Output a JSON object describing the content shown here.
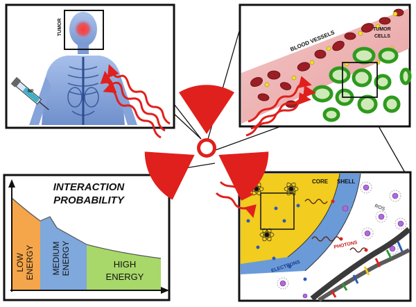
{
  "body_panel": {
    "tumor_label": "TUMOR",
    "injection_label": "NP"
  },
  "vessel_panel": {
    "vessels_label": "BLOOD VESSELS",
    "tumor_cells_label_line1": "TUMOR",
    "tumor_cells_label_line2": "CELLS"
  },
  "chart_data": {
    "type": "area",
    "title": "INTERACTION PROBABILITY",
    "title_line1": "INTERACTION",
    "title_line2": "PROBABILITY",
    "xlabel": "",
    "ylabel": "",
    "bands": [
      {
        "name_line1": "LOW",
        "name_line2": "ENERGY",
        "color": "#f5a54a"
      },
      {
        "name_line1": "MEDIUM",
        "name_line2": "ENERGY",
        "color": "#7fa8dc"
      },
      {
        "name_line1": "HIGH",
        "name_line2": "ENERGY",
        "color": "#a8d86a"
      }
    ],
    "grid": false,
    "legend": "none"
  },
  "nanoparticle_panel": {
    "core_label": "CORE",
    "shell_label": "SHELL",
    "ros_label": "ROS",
    "photons_label": "PHOTONS",
    "electrons_label": "ELECTRONS"
  },
  "colors": {
    "radiation_red": "#e0201c",
    "cell_green": "#3aa82a",
    "blood_red": "#a8262a",
    "core_yellow": "#f2cc1e",
    "shell_blue": "#6a9ad8"
  }
}
